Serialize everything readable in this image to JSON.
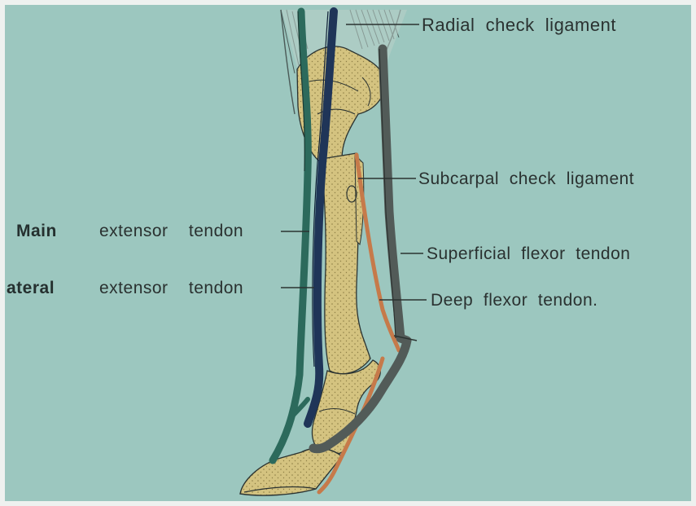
{
  "labels": {
    "radial_check_ligament": "Radial  check  ligament",
    "subcarpal_check_ligament": "Subcarpal  check  ligament",
    "superficial_flexor_tendon": "Superficial  flexor  tendon",
    "deep_flexor_tendon": "Deep  flexor  tendon.",
    "main_extensor_head": "Main",
    "main_extensor_rest": "extensor    tendon",
    "lateral_extensor_head": "ateral",
    "lateral_extensor_rest": "extensor    tendon"
  },
  "colors": {
    "background": "#9cc7bf",
    "bone": "#d4c380",
    "extensor_tendon_dark": "#1f3558",
    "extensor_tendon_green": "#2c6a5c",
    "flexor_tendon": "#525b58",
    "check_ligament_orange": "#c67a4a",
    "outline": "#2b3331"
  }
}
